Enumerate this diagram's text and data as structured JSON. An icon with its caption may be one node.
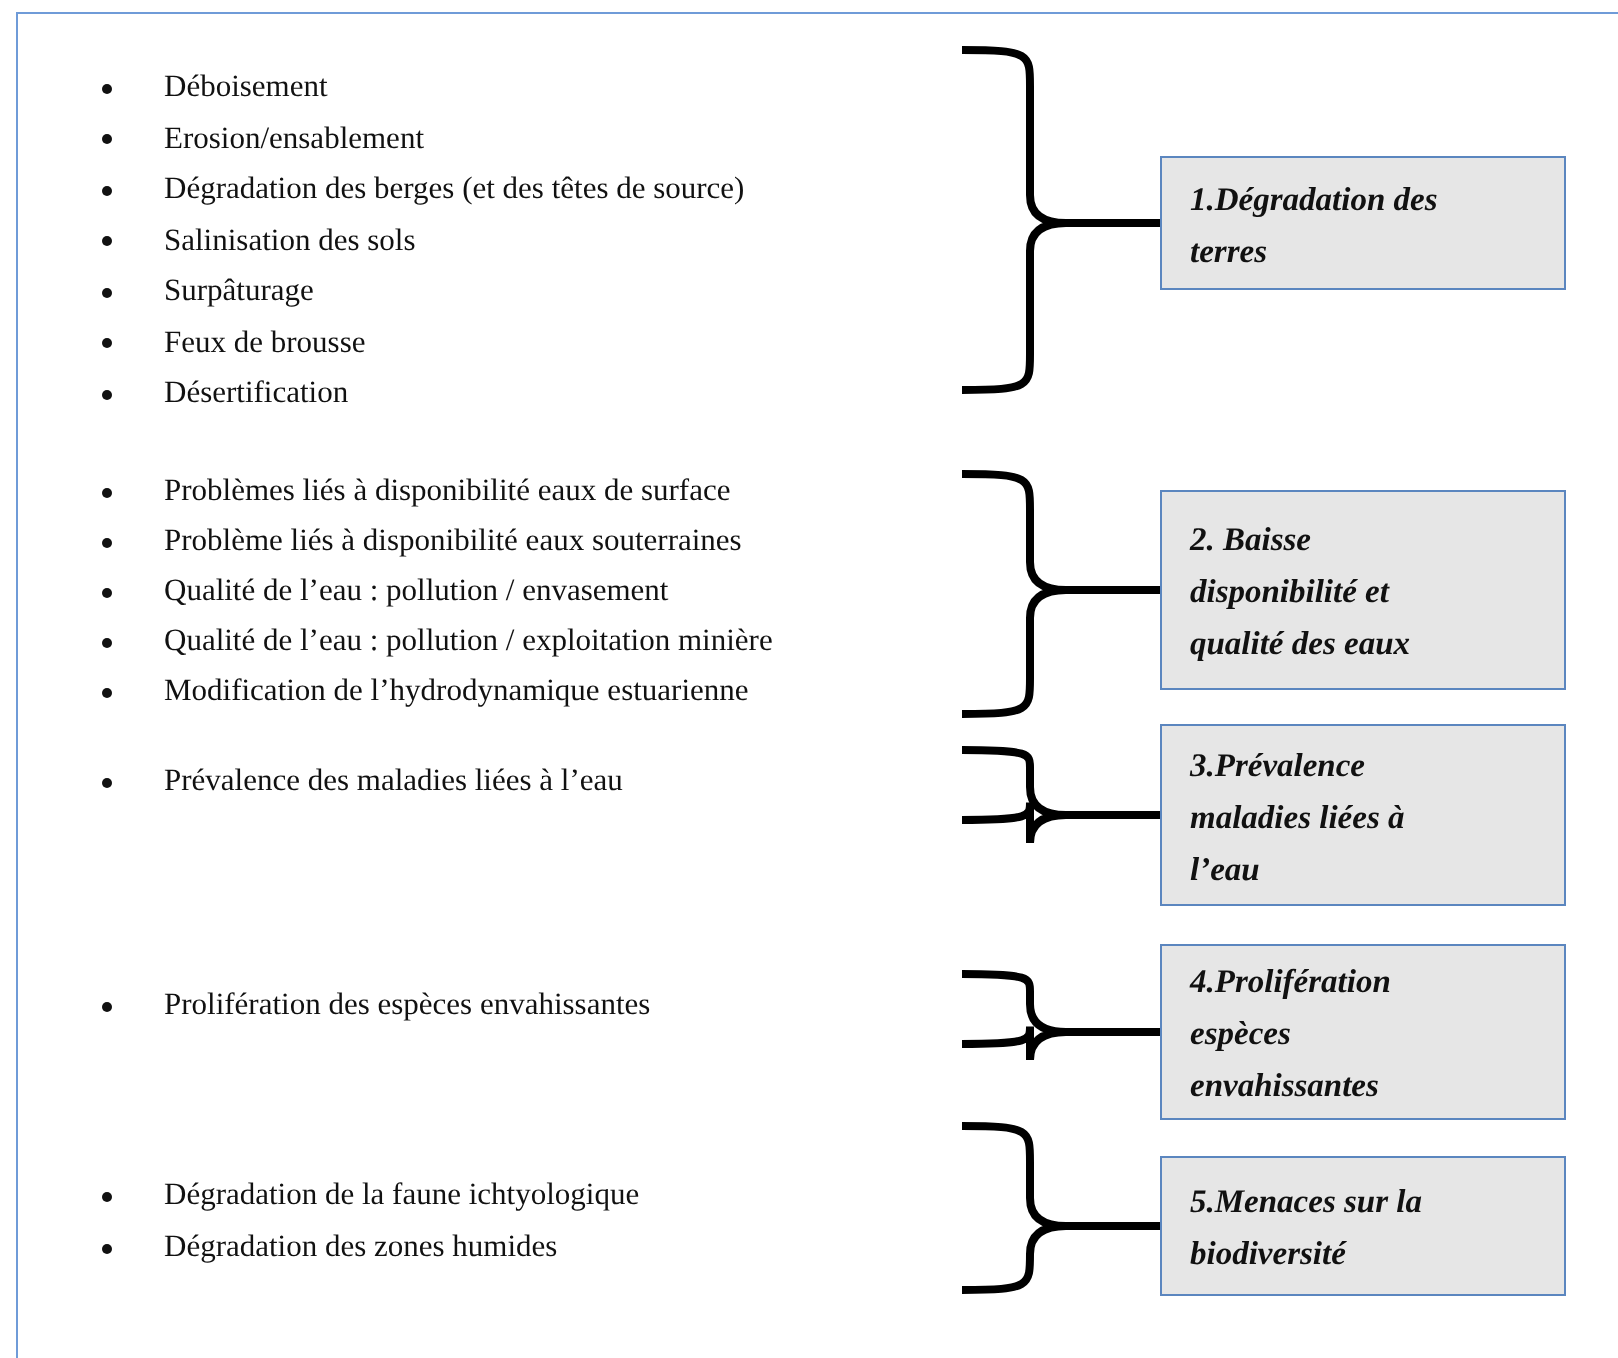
{
  "diagram": {
    "nodes": [
      {
        "text": [
          "Déboisement",
          "Erosion/ensablement",
          "Dégradation des berges (et des têtes de source)",
          "Salinisation des sols",
          "Surpâturage",
          "Feux de brousse",
          "Désertification"
        ]
      },
      {
        "text": [
          "1.Dégradation des terres"
        ]
      },
      {
        "text": [
          "Problèmes liés à disponibilité eaux de surface",
          "Problème liés à disponibilité eaux souterraines",
          "Qualité de l’eau : pollution / envasement",
          "Qualité de l’eau : pollution / exploitation minière",
          "Modification de l’hydrodynamique estuarienne"
        ]
      },
      {
        "text": [
          "2. Baisse disponibilité et qualité des eaux"
        ]
      },
      {
        "text": [
          "Prévalence des maladies liées à l’eau"
        ]
      },
      {
        "text": [
          "3.Prévalence maladies liées à l’eau"
        ]
      },
      {
        "text": [
          "Prolifération des espèces envahissantes"
        ]
      },
      {
        "text": [
          "4.Prolifération espèces envahissantes"
        ]
      },
      {
        "text": [
          "Dégradation de la faune ichtyologique",
          "Dégradation des zones humides"
        ]
      },
      {
        "text": [
          "5.Menaces sur la biodiversité"
        ]
      }
    ],
    "edges": [
      {
        "from": 0,
        "to": 1,
        "arrow": "none"
      },
      {
        "from": 2,
        "to": 3,
        "arrow": "none"
      },
      {
        "from": 4,
        "to": 5,
        "arrow": "none"
      },
      {
        "from": 6,
        "to": 7,
        "arrow": "none"
      },
      {
        "from": 8,
        "to": 9,
        "arrow": "none"
      }
    ]
  }
}
